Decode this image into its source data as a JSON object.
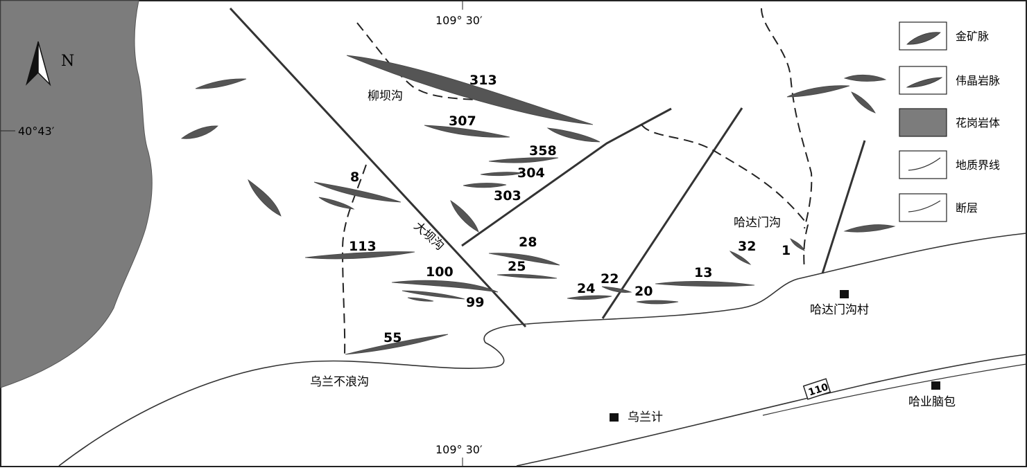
{
  "colors": {
    "granite": "#7c7c7c",
    "vein": "#555555",
    "fault": "#333333",
    "boundary": "#333333",
    "frame": "#222222",
    "background": "#ffffff"
  },
  "coords": {
    "lon_top": "109° 30′",
    "lon_bottom": "109° 30′",
    "lat_left": "40°43′"
  },
  "north": {
    "label": "N",
    "icon": "north-arrow-icon"
  },
  "places": {
    "liubagou": "柳坝沟",
    "dabagou": "大坝沟",
    "hadamengou": "哈达门沟",
    "hadamengou_village": "哈达门沟村",
    "wulanbulanggou": "乌兰不浪沟",
    "wulanji": "乌兰计",
    "hayenaobao": "哈业脑包",
    "road": "110"
  },
  "veins": [
    {
      "id": "313",
      "label": "313"
    },
    {
      "id": "307",
      "label": "307"
    },
    {
      "id": "358",
      "label": "358"
    },
    {
      "id": "304",
      "label": "304"
    },
    {
      "id": "303",
      "label": "303"
    },
    {
      "id": "8",
      "label": "8"
    },
    {
      "id": "113",
      "label": "113"
    },
    {
      "id": "28",
      "label": "28"
    },
    {
      "id": "25",
      "label": "25"
    },
    {
      "id": "100",
      "label": "100"
    },
    {
      "id": "99",
      "label": "99"
    },
    {
      "id": "24",
      "label": "24"
    },
    {
      "id": "22",
      "label": "22"
    },
    {
      "id": "20",
      "label": "20"
    },
    {
      "id": "13",
      "label": "13"
    },
    {
      "id": "32",
      "label": "32"
    },
    {
      "id": "1",
      "label": "1"
    },
    {
      "id": "55",
      "label": "55"
    }
  ],
  "legend": [
    {
      "label": "金矿脉",
      "icon": "gold-vein-icon"
    },
    {
      "label": "伟晶岩脉",
      "icon": "pegmatite-vein-icon"
    },
    {
      "label": "花岗岩体",
      "icon": "granite-body-icon"
    },
    {
      "label": "地质界线",
      "icon": "geologic-boundary-icon"
    },
    {
      "label": "断层",
      "icon": "fault-icon"
    }
  ]
}
